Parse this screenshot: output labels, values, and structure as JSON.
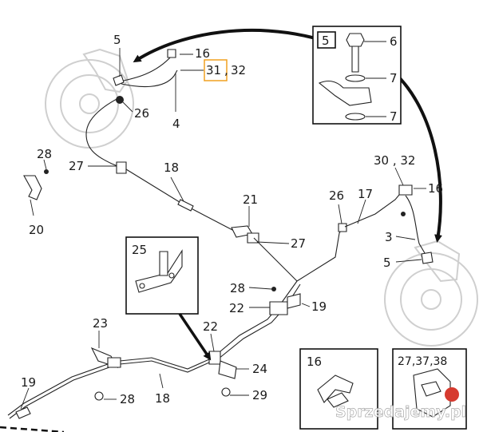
{
  "labels": {
    "l5_top": "5",
    "l16_top": "16",
    "l31_32": "31",
    "l31_32_b": "32",
    "l26_top": "26",
    "l4": "4",
    "l28_left": "28",
    "l27_left": "27",
    "l20": "20",
    "l18_top": "18",
    "l21": "21",
    "l27_mid": "27",
    "l26_right": "26",
    "l17": "17",
    "l30_32": "30 , 32",
    "l16_right": "16",
    "l3": "3",
    "l5_right": "5",
    "l25": "25",
    "l28_mid": "28",
    "l22_mid": "22",
    "l19_mid": "19",
    "l23": "23",
    "l22_low": "22",
    "l24": "24",
    "l19_low": "19",
    "l28_low": "28",
    "l18_low": "18",
    "l29": "29",
    "inset5_id": "5",
    "inset5_6": "6",
    "inset5_7a": "7",
    "inset5_7b": "7",
    "inset16_id": "16",
    "inset27_id": "27,37,38"
  },
  "watermark": "Sprzedajemy.pl",
  "colors": {
    "line": "#222222",
    "disc": "#cfcfcf",
    "highlight": "#f0a020",
    "arrow": "#111111"
  }
}
